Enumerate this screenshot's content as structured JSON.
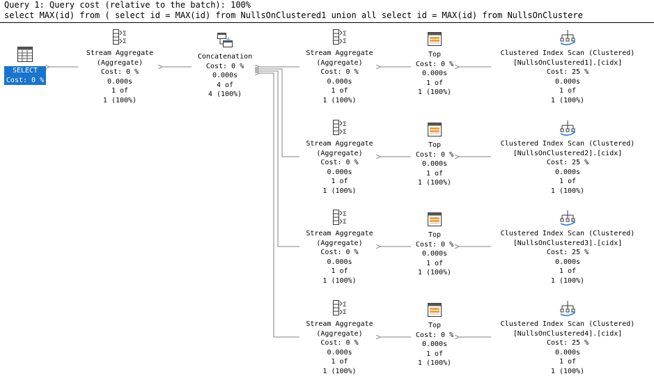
{
  "header": {
    "query_line": "Query 1: Query cost (relative to the batch): 100%",
    "sql_line": "select MAX(id) from ( select id = MAX(id) from NullsOnClustered1 union all select id = MAX(id) from NullsOnClustere"
  },
  "select_node": {
    "label": "SELECT",
    "cost": "Cost: 0 %",
    "icon": "result-grid-icon"
  },
  "root_aggregate": {
    "name": "Stream Aggregate",
    "sub": "(Aggregate)",
    "cost": "Cost: 0 %",
    "time": "0.000s",
    "rows": "1 of",
    "pct": "1 (100%)",
    "icon": "stream-aggregate-icon"
  },
  "concatenation": {
    "name": "Concatenation",
    "cost": "Cost: 0 %",
    "time": "0.000s",
    "rows": "4 of",
    "pct": "4 (100%)",
    "icon": "concatenation-icon"
  },
  "branches": [
    {
      "aggregate": {
        "name": "Stream Aggregate",
        "sub": "(Aggregate)",
        "cost": "Cost: 0 %",
        "time": "0.000s",
        "rows": "1 of",
        "pct": "1 (100%)"
      },
      "top": {
        "name": "Top",
        "cost": "Cost: 0 %",
        "time": "0.000s",
        "rows": "1 of",
        "pct": "1 (100%)"
      },
      "scan": {
        "name": "Clustered Index Scan (Clustered)",
        "object": "[NullsOnClustered1].[cidx]",
        "cost": "Cost: 25 %",
        "time": "0.000s",
        "rows": "1 of",
        "pct": "1 (100%)"
      }
    },
    {
      "aggregate": {
        "name": "Stream Aggregate",
        "sub": "(Aggregate)",
        "cost": "Cost: 0 %",
        "time": "0.000s",
        "rows": "1 of",
        "pct": "1 (100%)"
      },
      "top": {
        "name": "Top",
        "cost": "Cost: 0 %",
        "time": "0.000s",
        "rows": "1 of",
        "pct": "1 (100%)"
      },
      "scan": {
        "name": "Clustered Index Scan (Clustered)",
        "object": "[NullsOnClustered2].[cidx]",
        "cost": "Cost: 25 %",
        "time": "0.000s",
        "rows": "1 of",
        "pct": "1 (100%)"
      }
    },
    {
      "aggregate": {
        "name": "Stream Aggregate",
        "sub": "(Aggregate)",
        "cost": "Cost: 0 %",
        "time": "0.000s",
        "rows": "1 of",
        "pct": "1 (100%)"
      },
      "top": {
        "name": "Top",
        "cost": "Cost: 0 %",
        "time": "0.000s",
        "rows": "1 of",
        "pct": "1 (100%)"
      },
      "scan": {
        "name": "Clustered Index Scan (Clustered)",
        "object": "[NullsOnClustered3].[cidx]",
        "cost": "Cost: 25 %",
        "time": "0.000s",
        "rows": "1 of",
        "pct": "1 (100%)"
      }
    },
    {
      "aggregate": {
        "name": "Stream Aggregate",
        "sub": "(Aggregate)",
        "cost": "Cost: 0 %",
        "time": "0.000s",
        "rows": "1 of",
        "pct": "1 (100%)"
      },
      "top": {
        "name": "Top",
        "cost": "Cost: 0 %",
        "time": "0.000s",
        "rows": "1 of",
        "pct": "1 (100%)"
      },
      "scan": {
        "name": "Clustered Index Scan (Clustered)",
        "object": "[NullsOnClustered4].[cidx]",
        "cost": "Cost: 25 %",
        "time": "0.000s",
        "rows": "1 of",
        "pct": "1 (100%)"
      }
    }
  ],
  "colors": {
    "selected_bg": "#1874cd",
    "connector": "#808080",
    "text": "#000000"
  }
}
